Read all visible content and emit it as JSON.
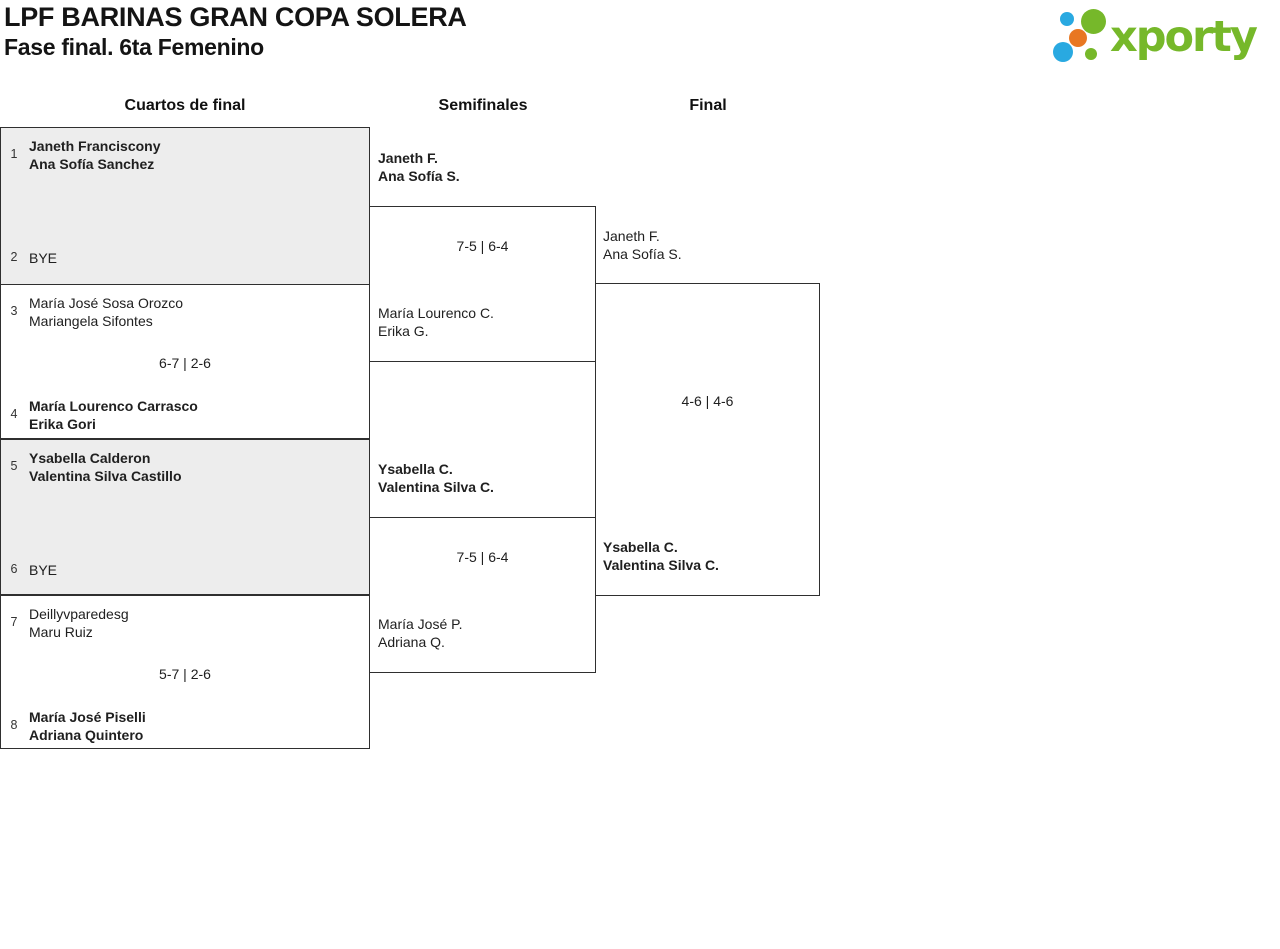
{
  "header": {
    "title": "LPF BARINAS GRAN COPA SOLERA",
    "subtitle": "Fase final. 6ta Femenino"
  },
  "logo": {
    "brand": "xporty"
  },
  "rounds": {
    "quarterfinals": "Cuartos de final",
    "semifinals": "Semifinales",
    "final": "Final"
  },
  "matches": {
    "qf1": {
      "seed_a": "1",
      "team_a_line1": "Janeth Franciscony",
      "team_a_line2": "Ana Sofía Sanchez",
      "seed_b": "2",
      "team_b_line1": "BYE",
      "team_b_line2": "",
      "score": ""
    },
    "qf2": {
      "seed_a": "3",
      "team_a_line1": "María José Sosa Orozco",
      "team_a_line2": "Mariangela Sifontes",
      "seed_b": "4",
      "team_b_line1": "María Lourenco Carrasco",
      "team_b_line2": "Erika Gori",
      "score": "6-7 | 2-6"
    },
    "qf3": {
      "seed_a": "5",
      "team_a_line1": "Ysabella Calderon",
      "team_a_line2": "Valentina Silva Castillo",
      "seed_b": "6",
      "team_b_line1": "BYE",
      "team_b_line2": "",
      "score": ""
    },
    "qf4": {
      "seed_a": "7",
      "team_a_line1": "Deillyvparedesg",
      "team_a_line2": "Maru Ruiz",
      "seed_b": "8",
      "team_b_line1": "María José Piselli",
      "team_b_line2": "Adriana Quintero",
      "score": "5-7 | 2-6"
    },
    "sf1": {
      "team_a_line1": "Janeth F.",
      "team_a_line2": "Ana Sofía S.",
      "team_b_line1": "María Lourenco C.",
      "team_b_line2": "Erika G.",
      "score": "7-5 | 6-4"
    },
    "sf2": {
      "team_a_line1": "Ysabella C.",
      "team_a_line2": "Valentina Silva C.",
      "team_b_line1": "María José P.",
      "team_b_line2": "Adriana Q.",
      "score": "7-5 | 6-4"
    },
    "final": {
      "team_a_line1": "Janeth F.",
      "team_a_line2": "Ana Sofía S.",
      "team_b_line1": "Ysabella C.",
      "team_b_line2": "Valentina Silva C.",
      "score": "4-6 | 4-6"
    }
  },
  "colors": {
    "shaded_match_background": "#ededed",
    "border": "#2f2f2f",
    "logo_green": "#76b82a",
    "logo_blue": "#29a9e1",
    "logo_orange": "#e87722"
  }
}
